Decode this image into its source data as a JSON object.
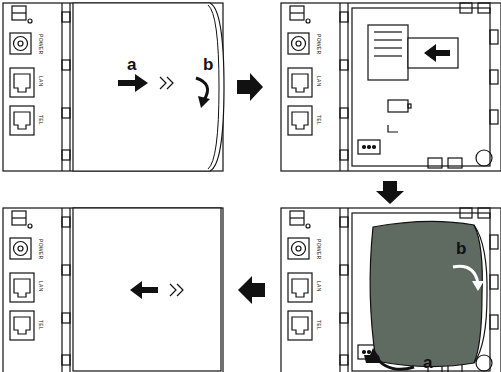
{
  "diagram": {
    "labels": [
      "POWER",
      "LAN",
      "TEL",
      "a",
      "b",
      "POWER",
      "LAN",
      "TEL",
      "POWER",
      "LAN",
      "TEL",
      "POWER",
      "LAN",
      "TEL",
      "b",
      "a"
    ]
  }
}
